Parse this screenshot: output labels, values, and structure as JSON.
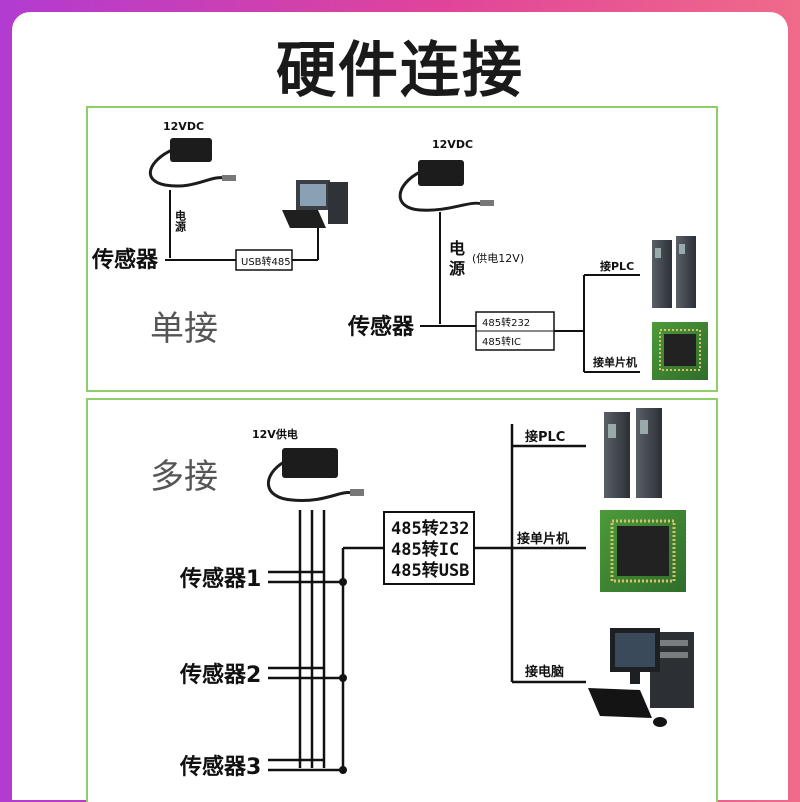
{
  "title": "硬件连接",
  "single": {
    "section_label": "单接",
    "left": {
      "power_label": "12VDC",
      "power_line_label": "电源",
      "sensor_label": "传感器",
      "converter_label": "USB转485"
    },
    "right": {
      "power_label": "12VDC",
      "power_line_label_1": "电",
      "power_line_label_2": "源",
      "supply_note": "(供电12V)",
      "sensor_label": "传感器",
      "converter_line1": "485转232",
      "converter_line2": "485转IC",
      "plc_label": "接PLC",
      "mcu_label": "接单片机"
    }
  },
  "multi": {
    "section_label": "多接",
    "power_label": "12V供电",
    "converter_line1": "485转232",
    "converter_line2": "485转IC",
    "converter_line3": "485转USB",
    "plc_label": "接PLC",
    "mcu_label": "接单片机",
    "pc_label": "接电脑",
    "sensors": [
      "传感器1",
      "传感器2",
      "传感器3"
    ]
  },
  "colors": {
    "panel_border": "#8fcf6a",
    "background_gradient": [
      "#b23bd1",
      "#f06a8a"
    ]
  }
}
